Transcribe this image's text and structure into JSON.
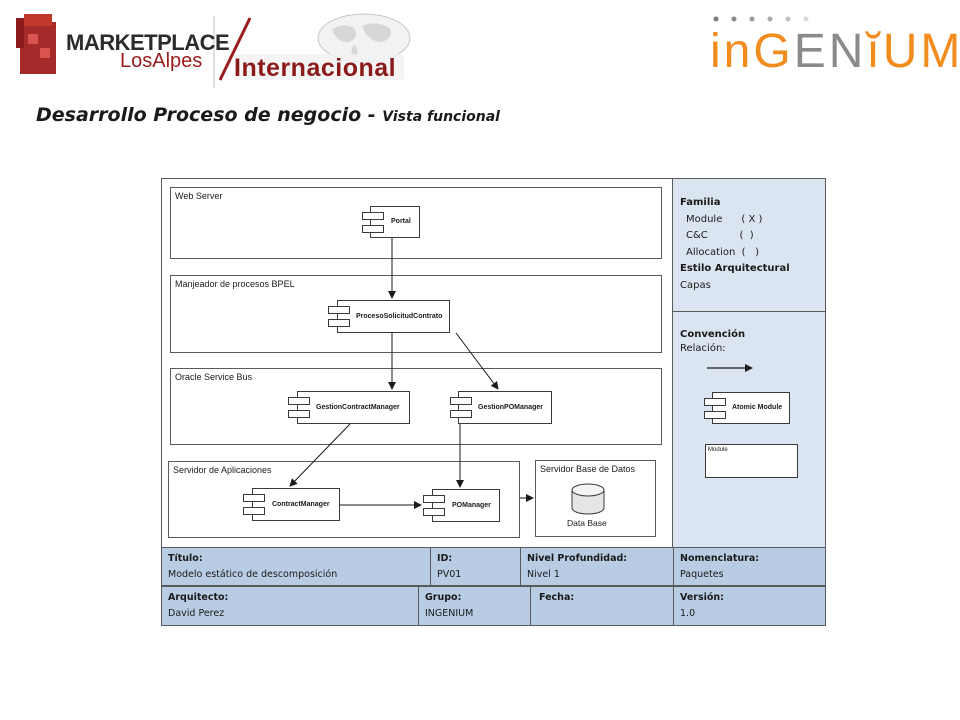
{
  "header": {
    "marketplace_main": "MARKETPLACE",
    "marketplace_sub": "LosAlpes",
    "internacional": "Internacional",
    "ingenium_a": "inG",
    "ingenium_b": "EN",
    "ingenium_c": "ĭUM"
  },
  "title": {
    "main": "Desarrollo Proceso de negocio - ",
    "sub": "Vista funcional"
  },
  "diagram": {
    "layers": {
      "web_server": "Web Server",
      "bpel": "Manjeador de procesos BPEL",
      "osb": "Oracle Service Bus",
      "app_server": "Servidor de Aplicaciones",
      "db_server": "Servidor Base de Datos"
    },
    "components": {
      "portal": "Portal",
      "proceso": "ProcesoSolicitudContrato",
      "gestion_contract": "GestionContractManager",
      "gestion_po": "GestionPOManager",
      "contract_manager": "ContractManager",
      "po_manager": "POManager"
    },
    "database": "Data Base"
  },
  "side": {
    "familia_label": "Familia",
    "module": "Module      ( X )",
    "cc": "C&C          (  )",
    "allocation": "Allocation  (   )",
    "estilo_label": "Estilo Arquitectural",
    "estilo_value": "Capas",
    "convencion_label": "Convención",
    "relacion_label": "Relación:",
    "atomic_module": "Atomic Module",
    "module_box": "Module"
  },
  "table": {
    "titulo_label": "Título:",
    "titulo_value": "Modelo estático de descomposición",
    "id_label": "ID:",
    "id_value": "PV01",
    "nivel_label": "Nivel Profundidad:",
    "nivel_value": "Nivel 1",
    "nomenclatura_label": "Nomenclatura:",
    "nomenclatura_value": "Paquetes",
    "arquitecto_label": "Arquitecto:",
    "arquitecto_value": "David Perez",
    "grupo_label": "Grupo:",
    "grupo_value": "INGENIUM",
    "fecha_label": "Fecha:",
    "version_label": "Versión:",
    "version_value": "1.0"
  },
  "colors": {
    "panel": "#dbe5f1",
    "table": "#b8cce4",
    "brand_red": "#9b1c1c",
    "brand_orange": "#f28c1e"
  }
}
